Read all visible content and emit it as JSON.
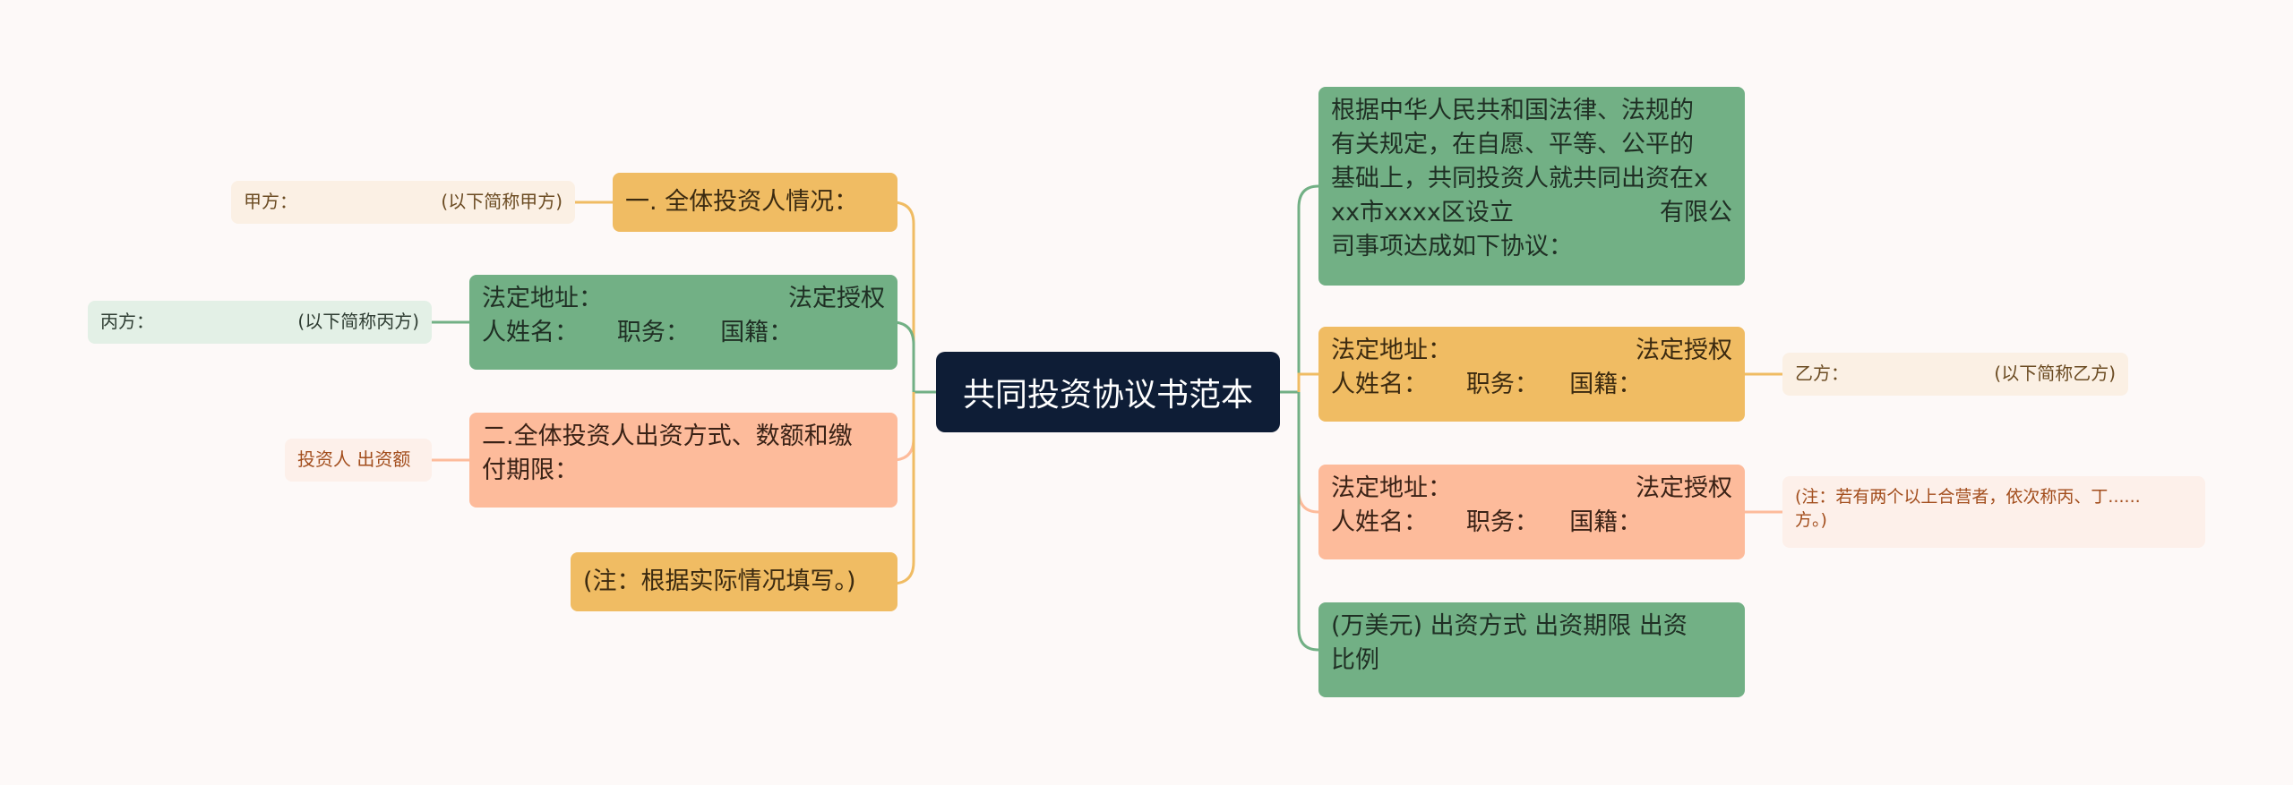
{
  "root": {
    "title": "共同投资协议书范本"
  },
  "left": [
    {
      "text": "一.  全体投资人情况："
    },
    {
      "line1_left": "法定地址：",
      "line1_right": "法定授权",
      "line2": "人姓名：     职务：    国籍："
    },
    {
      "line1": "二.全体投资人出资方式、数额和缴",
      "line2": "付期限："
    },
    {
      "text": "(注：根据实际情况填写。)"
    }
  ],
  "left_leaves": [
    {
      "left": "甲方：",
      "right": "(以下简称甲方)"
    },
    {
      "left": "丙方：",
      "right": "(以下简称丙方)"
    },
    {
      "text": "投资人  出资额"
    }
  ],
  "right": [
    {
      "lines": [
        "根据中华人民共和国法律、法规的",
        "有关规定，在自愿、平等、公平的",
        "基础上，共同投资人就共同出资在x",
        "xx市xxxx区设立",
        "司事项达成如下协议："
      ],
      "line4_right": "有限公"
    },
    {
      "line1_left": "法定地址：",
      "line1_right": "法定授权",
      "line2": "人姓名：     职务：    国籍："
    },
    {
      "line1_left": "法定地址：",
      "line1_right": "法定授权",
      "line2": "人姓名：     职务：    国籍："
    },
    {
      "line1": "(万美元) 出资方式  出资期限  出资",
      "line2": "比例"
    }
  ],
  "right_leaves": [
    {
      "left": "乙方：",
      "right": "(以下简称乙方)"
    },
    {
      "line1": "(注：若有两个以上合营者，依次称丙、丁......",
      "line2": "方。)"
    }
  ],
  "colors": {
    "root": "#0e1d36",
    "green": "#72b085",
    "gold": "#f0bc63",
    "salmon": "#fdbb9b",
    "line_gold": "#f0bc63",
    "line_green": "#72b085",
    "line_salmon": "#fdbb9b"
  }
}
